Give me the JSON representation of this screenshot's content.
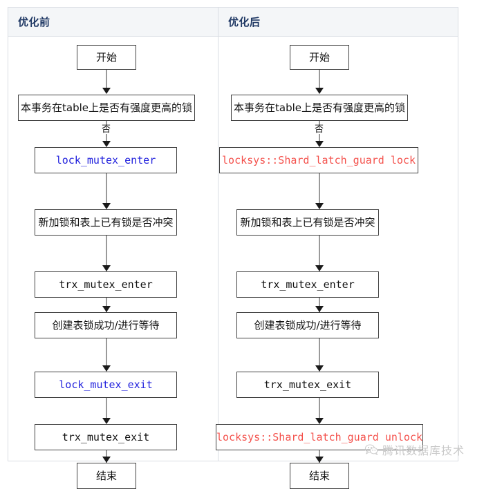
{
  "table": {
    "headers": [
      {
        "label": "优化前"
      },
      {
        "label": "优化后"
      }
    ]
  },
  "flow_before": {
    "nodes": [
      {
        "id": "start",
        "text": "开始",
        "style": "cn",
        "color": "black"
      },
      {
        "id": "check-lock",
        "text": "本事务在table上是否有强度更高的锁",
        "style": "cn",
        "color": "black"
      },
      {
        "id": "lock-enter",
        "text": "lock_mutex_enter",
        "style": "mono",
        "color": "blue"
      },
      {
        "id": "conflict",
        "text": "新加锁和表上已有锁是否冲突",
        "style": "cn",
        "color": "black"
      },
      {
        "id": "trx-enter",
        "text": "trx_mutex_enter",
        "style": "mono",
        "color": "black"
      },
      {
        "id": "create-wait",
        "text": "创建表锁成功/进行等待",
        "style": "cn",
        "color": "black"
      },
      {
        "id": "lock-exit",
        "text": "lock_mutex_exit",
        "style": "mono",
        "color": "blue"
      },
      {
        "id": "trx-exit",
        "text": "trx_mutex_exit",
        "style": "mono",
        "color": "black"
      },
      {
        "id": "end",
        "text": "结束",
        "style": "cn",
        "color": "black"
      }
    ],
    "edge_labels": [
      {
        "id": "no-branch",
        "text": "否"
      }
    ]
  },
  "flow_after": {
    "nodes": [
      {
        "id": "start",
        "text": "开始",
        "style": "cn",
        "color": "black"
      },
      {
        "id": "check-lock",
        "text": "本事务在table上是否有强度更高的锁",
        "style": "cn",
        "color": "black"
      },
      {
        "id": "shard-lock",
        "text": "locksys::Shard_latch_guard lock",
        "style": "mono",
        "color": "red"
      },
      {
        "id": "conflict",
        "text": "新加锁和表上已有锁是否冲突",
        "style": "cn",
        "color": "black"
      },
      {
        "id": "trx-enter",
        "text": "trx_mutex_enter",
        "style": "mono",
        "color": "black"
      },
      {
        "id": "create-wait",
        "text": "创建表锁成功/进行等待",
        "style": "cn",
        "color": "black"
      },
      {
        "id": "trx-exit",
        "text": "trx_mutex_exit",
        "style": "mono",
        "color": "black"
      },
      {
        "id": "shard-unlock",
        "text": "locksys::Shard_latch_guard unlock",
        "style": "mono",
        "color": "red"
      },
      {
        "id": "end",
        "text": "结束",
        "style": "cn",
        "color": "black"
      }
    ],
    "edge_labels": [
      {
        "id": "no-branch",
        "text": "否"
      }
    ]
  },
  "watermark": {
    "text": "腾讯数据库技术",
    "icon": "wechat-icon"
  },
  "colors": {
    "header_text": "#1f3864",
    "header_bg": "#f4f6f8",
    "table_border": "#d9dde3",
    "node_border": "#3f3f3f",
    "connector": "#9a9a9a",
    "accent_blue": "#2222dd",
    "accent_red": "#f4524d",
    "watermark": "#c9c9c9"
  }
}
